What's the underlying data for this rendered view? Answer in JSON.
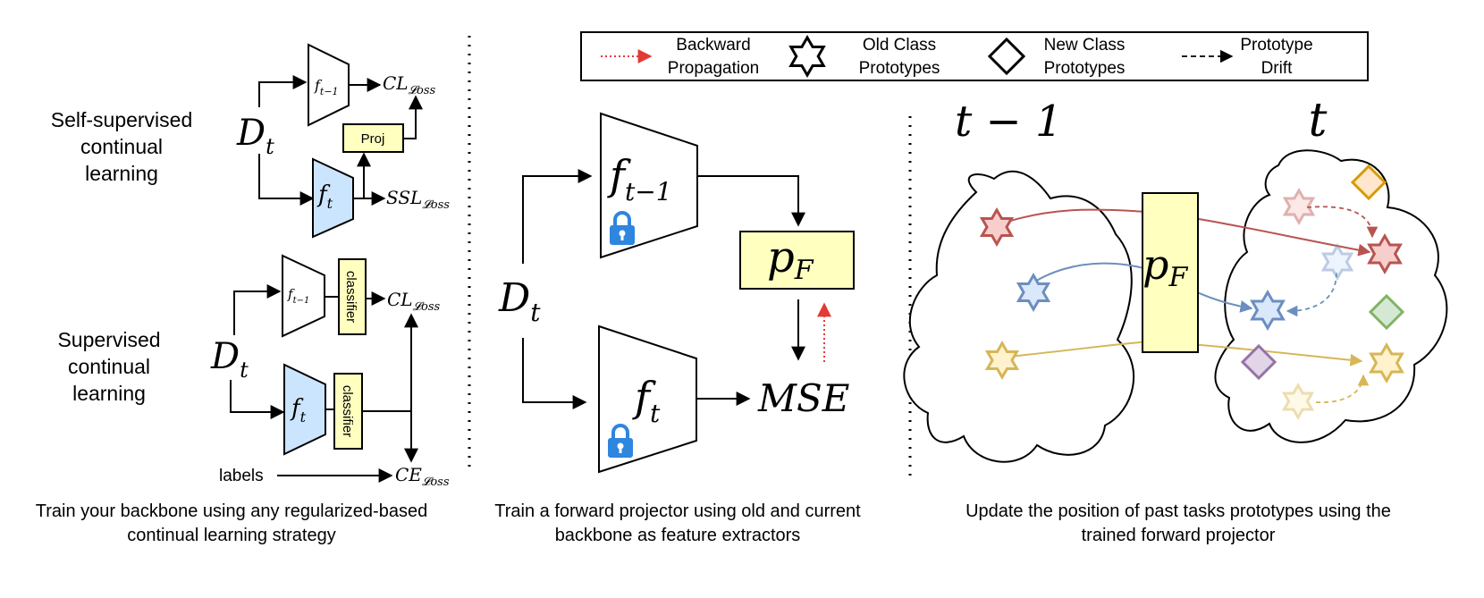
{
  "legend": {
    "backward_1": "Backward",
    "backward_2": "Propagation",
    "old_1": "Old Class",
    "old_2": "Prototypes",
    "new_1": "New Class",
    "new_2": "Prototypes",
    "drift_1": "Prototype",
    "drift_2": "Drift"
  },
  "panel1": {
    "ssl_title_1": "Self-supervised",
    "ssl_title_2": "continual",
    "ssl_title_3": "learning",
    "sup_title_1": "Supervised",
    "sup_title_2": "continual",
    "sup_title_3": "learning",
    "d": "D",
    "d_sub": "t",
    "f": "f",
    "f_prev_sub": "t−1",
    "f_cur_sub": "t",
    "cl": "CL",
    "ssl": "SSL",
    "ce": "CE",
    "loss_sub": "𝓛oss",
    "proj": "Proj",
    "classifier": "classifier",
    "labels": "labels",
    "caption_1": "Train your backbone using any regularized-based",
    "caption_2": "continual learning strategy"
  },
  "panel2": {
    "d": "D",
    "d_sub": "t",
    "f": "f",
    "f_prev_sub": "t−1",
    "f_cur_sub": "t",
    "p": "p",
    "p_sub": "F",
    "mse": "MSE",
    "caption_1": "Train a forward projector using old and current",
    "caption_2": "backbone as feature extractors"
  },
  "panel3": {
    "t_prev": "t − 1",
    "t_cur": "t",
    "p": "p",
    "p_sub": "F",
    "caption_1": "Update the position of past tasks prototypes using the",
    "caption_2": "trained forward projector"
  },
  "colors": {
    "red": "#b85450",
    "red_fill": "#f8cecc",
    "blue": "#6c8ebf",
    "blue_fill": "#dae8fc",
    "yellow": "#d6b656",
    "yellow_fill": "#fff2cc",
    "green": "#82b366",
    "green_fill": "#d5e8d4",
    "purple": "#9673a6",
    "purple_fill": "#e1d5e7",
    "orange": "#d79b00",
    "orange_fill": "#ffe6cc",
    "backbone_fill": "#cce5ff",
    "box_fill": "#ffffc0",
    "lock": "#2e86de",
    "backprop": "#e53935"
  },
  "icons": [
    "star-icon",
    "diamond-icon",
    "lock-icon",
    "arrow-icon"
  ]
}
